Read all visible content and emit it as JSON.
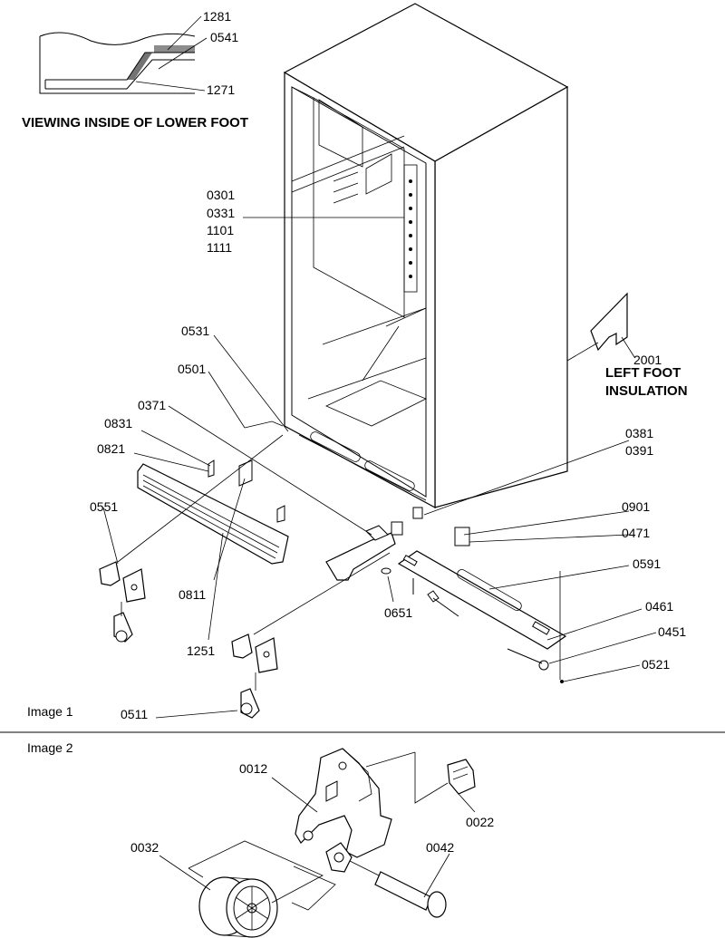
{
  "captions": {
    "lower_foot": "VIEWING INSIDE OF LOWER FOOT",
    "left_foot_line1": "LEFT FOOT",
    "left_foot_line2": "INSULATION",
    "image1": "Image 1",
    "image2": "Image 2"
  },
  "parts": {
    "p1281": "1281",
    "p0541": "0541",
    "p1271": "1271",
    "p0301": "0301",
    "p0331": "0331",
    "p1101": "1101",
    "p1111": "1111",
    "p2001": "2001",
    "p0531": "0531",
    "p0501": "0501",
    "p0371": "0371",
    "p0831": "0831",
    "p0821": "0821",
    "p0551": "0551",
    "p0811": "0811",
    "p1251": "1251",
    "p0511": "0511",
    "p0381": "0381",
    "p0391": "0391",
    "p0901": "0901",
    "p0471": "0471",
    "p0591": "0591",
    "p0651": "0651",
    "p0461": "0461",
    "p0451": "0451",
    "p0521": "0521",
    "p0012": "0012",
    "p0022": "0022",
    "p0032": "0032",
    "p0042": "0042"
  }
}
